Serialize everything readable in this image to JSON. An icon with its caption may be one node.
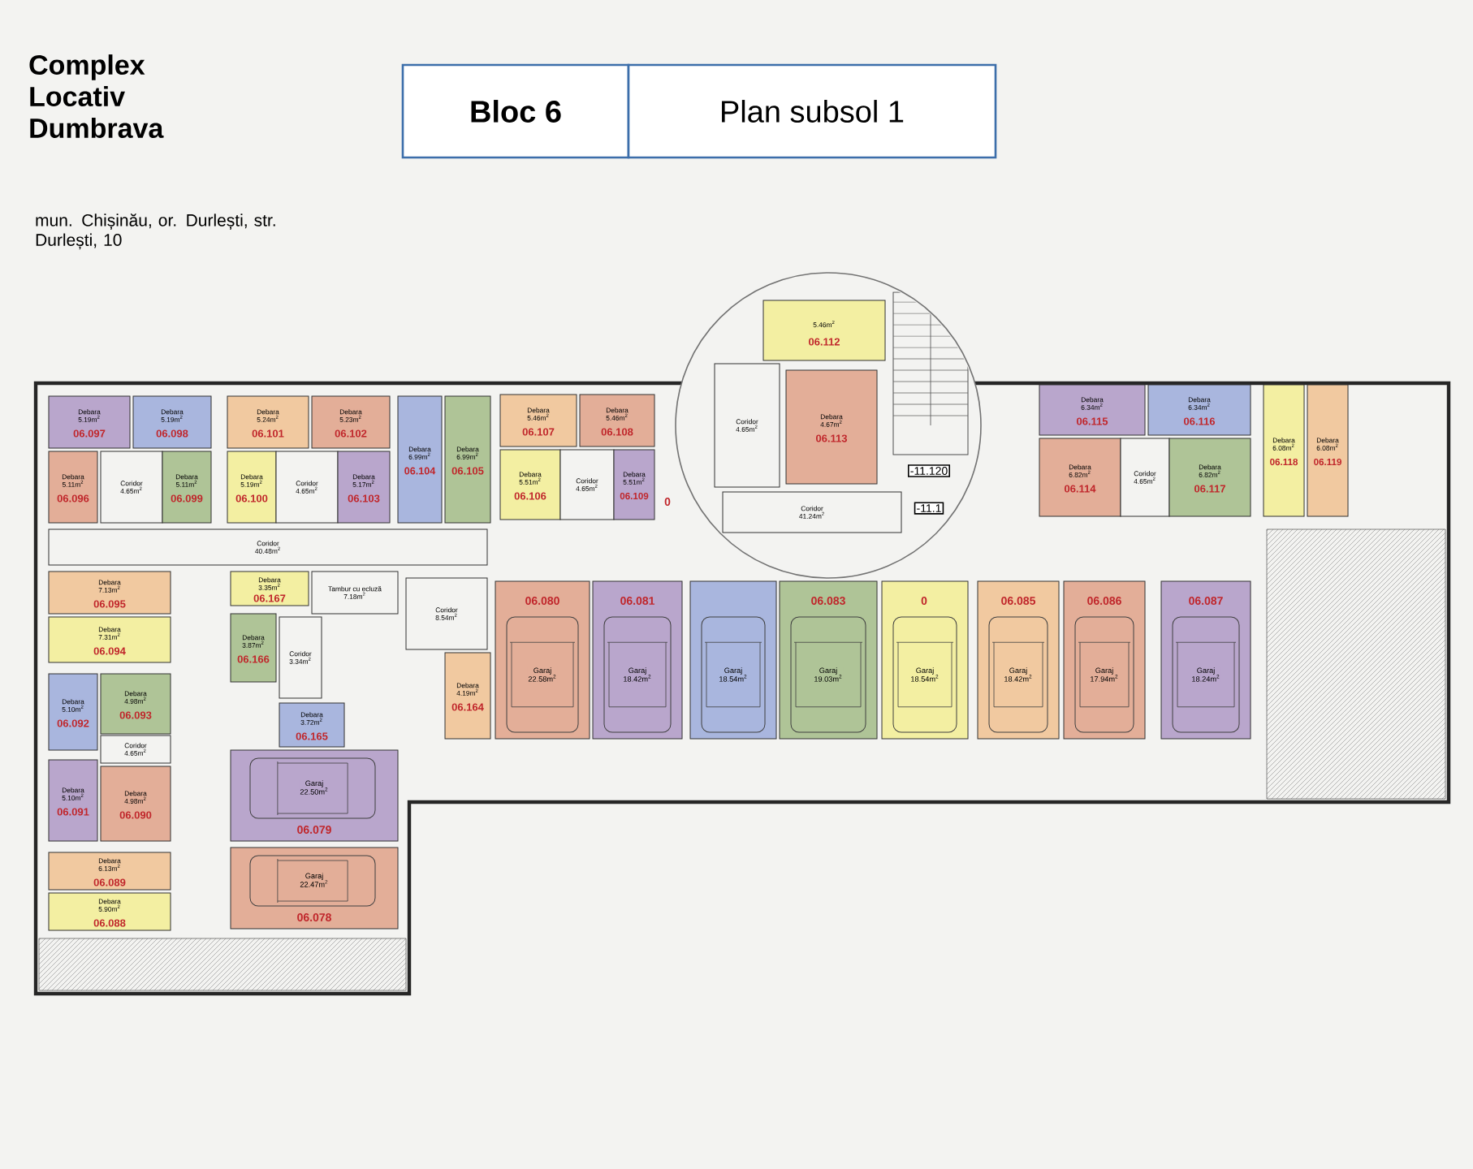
{
  "diagram": {
    "title": "Complex Locativ Dumbrava",
    "nodes": [
      {
        "text": [
          "Bloc 6"
        ]
      },
      {
        "text": [
          "Plan subsol 1"
        ]
      },
      {
        "text": [
          "Debara",
          "5.19m$^{2}$",
          "06.097"
        ]
      },
      {
        "text": [
          "Debara",
          "5.19m$^{2}$",
          "06.098"
        ]
      },
      {
        "text": [
          "Debara",
          "5.24m$^{2}$",
          "06.101"
        ]
      },
      {
        "text": [
          "Debara",
          "5.23m$^{2}$",
          "06.102"
        ]
      },
      {
        "text": [
          "Debara",
          "6.99m$^{2}$",
          "06.104"
        ]
      },
      {
        "text": [
          "Debara",
          "6.99m$^{2}$",
          "06.105"
        ]
      },
      {
        "text": [
          "Debara",
          "5.46m$^{2}$",
          "06.107"
        ]
      },
      {
        "text": [
          "Debara",
          "5.46m$^{2}$",
          "06.108"
        ]
      },
      {
        "text": [
          "5.46m$^{2}$",
          "06.112"
        ]
      },
      {
        "text": [
          "Debara",
          "6.34m$^{2}$",
          "06.115"
        ]
      },
      {
        "text": [
          "Debara",
          "6.34m$^{2}$",
          "06.116"
        ]
      },
      {
        "text": [
          "Debara",
          "6.08m$^{2}$",
          "06.118"
        ]
      },
      {
        "text": [
          "Debara",
          "6.08m$^{2}$",
          "06.119"
        ]
      },
      {
        "text": [
          "Debara",
          "5.11m$^{2}$",
          "06.096"
        ]
      },
      {
        "text": [
          "Coridor",
          "4.65m$^{2}$"
        ]
      },
      {
        "text": [
          "Debara",
          "5.11m$^{2}$",
          "06.099"
        ]
      },
      {
        "text": [
          "Debara",
          "5.19m$^{2}$",
          "06.100"
        ]
      },
      {
        "text": [
          "Coridor",
          "4.65m$^{2}$"
        ]
      },
      {
        "text": [
          "Debara",
          "5.17m$^{2}$",
          "06.103"
        ]
      },
      {
        "text": [
          "Debara",
          "5.51m$^{2}$",
          "06.106"
        ]
      },
      {
        "text": [
          "Coridor",
          "4.65m$^{2}$"
        ]
      },
      {
        "text": [
          "Debara",
          "5.51m$^{2}$",
          "06.109"
        ]
      },
      {
        "text": [
          "Coridor",
          "4.65m$^{2}$"
        ]
      },
      {
        "text": [
          "Debara",
          "4.67m$^{2}$",
          "06.113"
        ]
      },
      {
        "text": [
          "Debara",
          "6.82m$^{2}$",
          "06.114"
        ]
      },
      {
        "text": [
          "Coridor",
          "4.65m$^{2}$"
        ]
      },
      {
        "text": [
          "Debara",
          "6.82m$^{2}$",
          "06.117"
        ]
      },
      {
        "text": [
          "Coridor",
          "40.48m$^{2}$"
        ]
      },
      {
        "text": [
          "Coridor",
          "41.24m$^{2}$"
        ]
      },
      {
        "text": [
          "Debara",
          "7.13m$^{2}$",
          "06.095"
        ]
      },
      {
        "text": [
          "Debara",
          "3.35m$^{2}$",
          "06.167"
        ]
      },
      {
        "text": [
          "Tambur cu ecluză",
          "7.18m$^{2}$"
        ]
      },
      {
        "text": [
          "Debara",
          "7.31m$^{2}$",
          "06.094"
        ]
      },
      {
        "text": [
          "Debara",
          "3.87m$^{2}$",
          "06.166"
        ]
      },
      {
        "text": [
          "Coridor",
          "3.34m$^{2}$"
        ]
      },
      {
        "text": [
          "Coridor",
          "8.54m$^{2}$"
        ]
      },
      {
        "text": [
          "06.080",
          "Garaj",
          "22.58m$^{2}$"
        ]
      },
      {
        "text": [
          "06.081",
          "Garaj",
          "18.42m$^{2}$"
        ]
      },
      {
        "text": [
          "Garaj",
          "18.54m$^{2}$"
        ]
      },
      {
        "text": [
          "06.083",
          "Garaj",
          "19.03m$^{2}$"
        ]
      },
      {
        "text": [
          "Garaj",
          "18.54m$^{2}$"
        ]
      },
      {
        "text": [
          "06.085",
          "Garaj",
          "18.42m$^{2}$"
        ]
      },
      {
        "text": [
          "06.086",
          "Garaj",
          "17.94m$^{2}$"
        ]
      },
      {
        "text": [
          "06.087",
          "Garaj",
          "18.24m$^{2}$"
        ]
      },
      {
        "text": [
          "Debara",
          "5.10m$^{2}$",
          "06.092"
        ]
      },
      {
        "text": [
          "Debara",
          "4.98m$^{2}$",
          "06.093"
        ]
      },
      {
        "text": [
          "Debara",
          "3.72m$^{2}$",
          "06.165"
        ]
      },
      {
        "text": [
          "Debara",
          "4.19m$^{2}$",
          "06.164"
        ]
      },
      {
        "text": [
          "Coridor",
          "4.65m$^{2}$"
        ]
      },
      {
        "text": [
          "Debara",
          "5.10m$^{2}$",
          "06.091"
        ]
      },
      {
        "text": [
          "Debara",
          "4.98m$^{2}$",
          "06.090"
        ]
      },
      {
        "text": [
          "Garaj",
          "22.50m$^{2}$",
          "06.079"
        ]
      },
      {
        "text": [
          "Debara",
          "6.13m$^{2}$",
          "06.089"
        ]
      },
      {
        "text": [
          "Garaj",
          "22.47m$^{2}$",
          "06.078"
        ]
      },
      {
        "text": [
          "Debara",
          "5.90m$^{2}$",
          "06.088"
        ]
      }
    ],
    "labels": [
      "mun. Chișinău, or. Durlești, str. Durlești, 10",
      "0",
      "-11.120",
      "-11.1",
      "0"
    ]
  }
}
